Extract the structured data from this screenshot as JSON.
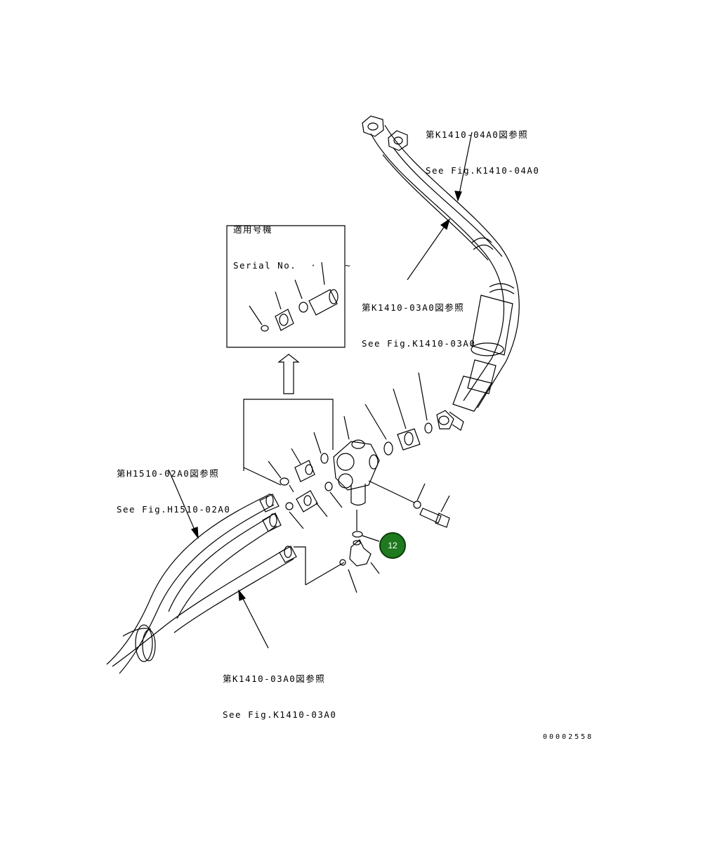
{
  "labels": {
    "ref_k1410_04": {
      "jp": "第K1410-04A0図参照",
      "en": "See Fig.K1410-04A0"
    },
    "ref_k1410_03_upper": {
      "jp": "第K1410-03A0図参照",
      "en": "See Fig.K1410-03A0"
    },
    "serial": {
      "jp": "適用号機",
      "en": "Serial No.",
      "tilde": "~"
    },
    "ref_h1510_02": {
      "jp": "第H1510-02A0図参照",
      "en": "See Fig.H1510-02A0"
    },
    "ref_k1410_03_lower": {
      "jp": "第K1410-03A0図参照",
      "en": "See Fig.K1410-03A0"
    }
  },
  "callout": {
    "number": "12",
    "color": "#1f7a1f"
  },
  "document_id": "00002558"
}
